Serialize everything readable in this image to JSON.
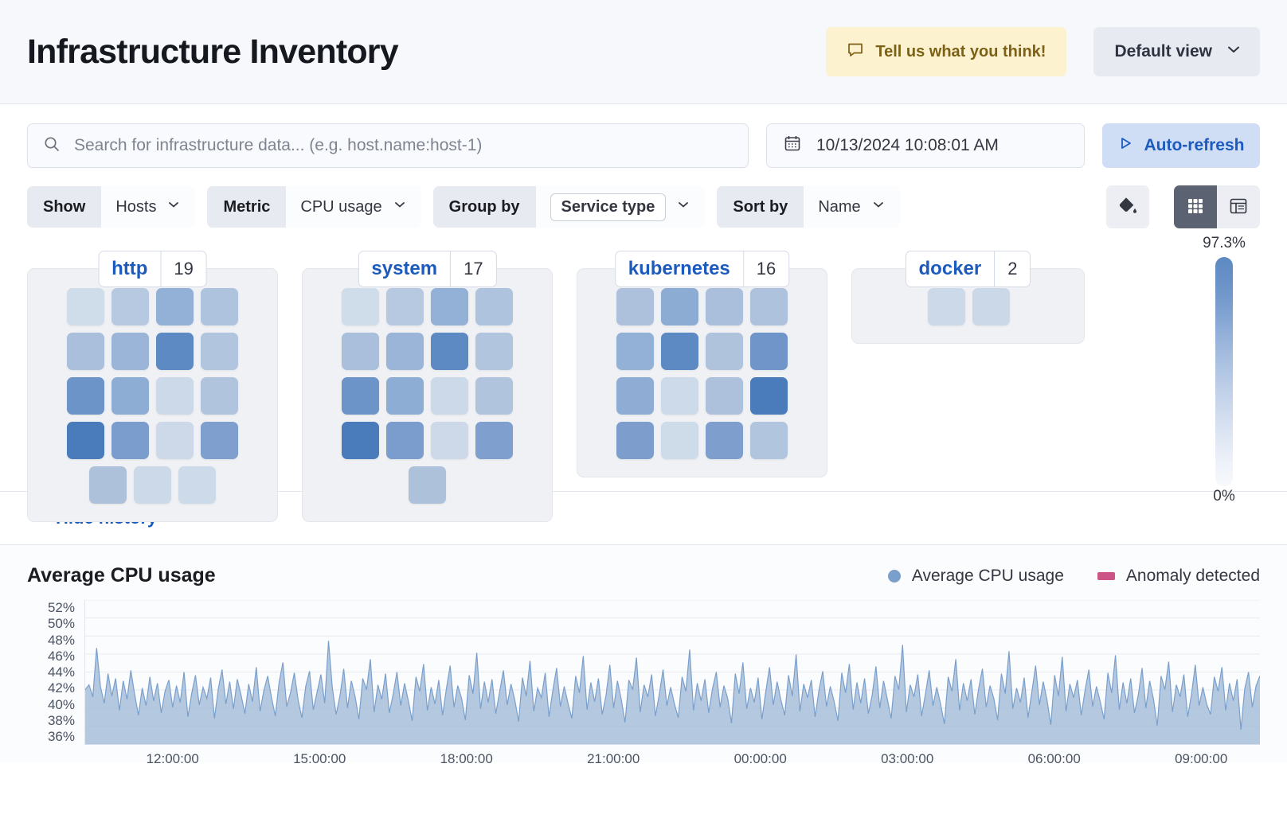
{
  "header": {
    "title": "Infrastructure Inventory",
    "feedback_label": "Tell us what you think!",
    "view_label": "Default view"
  },
  "search": {
    "placeholder": "Search for infrastructure data... (e.g. host.name:host-1)",
    "value": ""
  },
  "datepicker": {
    "value": "10/13/2024 10:08:01 AM"
  },
  "refresh": {
    "label": "Auto-refresh"
  },
  "filters": [
    {
      "label": "Show",
      "value": "Hosts",
      "boxed": false
    },
    {
      "label": "Metric",
      "value": "CPU usage",
      "boxed": false
    },
    {
      "label": "Group by",
      "value": "Service type",
      "boxed": true
    },
    {
      "label": "Sort by",
      "value": "Name",
      "boxed": false
    }
  ],
  "waffle": {
    "legend": {
      "max": "97.3%",
      "min": "0%"
    },
    "groups": [
      {
        "name": "http",
        "count": "19",
        "tiles": [
          "#cfdcea",
          "#b7c9e1",
          "#93b0d6",
          "#aec3dd",
          "#a9bfdb",
          "#9bb5d8",
          "#5e8ac3",
          "#b2c5de",
          "#6d94c8",
          "#8eadd5",
          "#cbd9e9",
          "#b1c4dd",
          "#4a7cbb",
          "#7a9dcd",
          "#cdd9e8",
          "#7f9fce",
          "#aec1db",
          "#cbd9e9",
          "#ccdaea"
        ]
      },
      {
        "name": "system",
        "count": "17",
        "tiles": [
          "#cfdcea",
          "#b7c9e1",
          "#93b0d6",
          "#aec3dd",
          "#a9bfdb",
          "#9bb5d8",
          "#5e8ac3",
          "#b2c5de",
          "#6d94c8",
          "#8eadd5",
          "#cbd9e9",
          "#b1c4dd",
          "#4a7cbb",
          "#7a9dcd",
          "#cdd9e8",
          "#7f9fce",
          "#aec1db"
        ]
      },
      {
        "name": "kubernetes",
        "count": "16",
        "tiles": [
          "#adc0dc",
          "#8dacd3",
          "#aabfdb",
          "#afc2dd",
          "#93b0d6",
          "#5e8ac3",
          "#b0c3dc",
          "#6f95c9",
          "#8fadd4",
          "#ccdaea",
          "#aec1dc",
          "#4a7cbb",
          "#7d9ecd",
          "#cedbe9",
          "#7e9fce",
          "#b2c5de"
        ]
      },
      {
        "name": "docker",
        "count": "2",
        "tiles": [
          "#ccd9e8",
          "#cbd8e8"
        ]
      }
    ]
  },
  "history": {
    "toggle_label": "Hide history"
  },
  "chart_data": {
    "type": "area",
    "title": "Average CPU usage",
    "legend": [
      {
        "name": "Average CPU usage",
        "color": "#7a9fcb",
        "marker": "dot"
      },
      {
        "name": "Anomaly detected",
        "color": "#cc5587",
        "marker": "square"
      }
    ],
    "xlabel": "",
    "ylabel": "",
    "ylim": [
      35,
      53
    ],
    "yticks": [
      "52%",
      "50%",
      "48%",
      "46%",
      "44%",
      "42%",
      "40%",
      "38%",
      "36%"
    ],
    "xticks": [
      "12:00:00",
      "15:00:00",
      "18:00:00",
      "21:00:00",
      "00:00:00",
      "03:00:00",
      "06:00:00",
      "09:00:00"
    ],
    "grid": true,
    "series": [
      {
        "name": "Average CPU usage",
        "color": "#7a9fcb",
        "values": [
          41.8,
          42.4,
          40.9,
          47.0,
          42.2,
          40.1,
          43.8,
          41.0,
          43.2,
          39.2,
          42.9,
          40.6,
          44.2,
          41.2,
          38.6,
          42.0,
          39.8,
          43.4,
          40.4,
          42.6,
          38.9,
          41.6,
          43.0,
          39.6,
          42.3,
          40.2,
          44.0,
          38.4,
          41.3,
          43.6,
          39.9,
          42.1,
          40.7,
          43.3,
          38.2,
          41.9,
          44.3,
          40.0,
          42.8,
          39.4,
          43.1,
          41.1,
          38.8,
          42.5,
          40.3,
          44.6,
          39.1,
          41.7,
          43.5,
          40.8,
          38.5,
          42.7,
          45.2,
          39.7,
          41.4,
          43.9,
          40.5,
          38.3,
          42.2,
          44.1,
          39.3,
          41.5,
          43.7,
          40.1,
          47.9,
          42.0,
          38.7,
          41.0,
          44.4,
          39.5,
          42.9,
          40.9,
          38.1,
          43.2,
          41.8,
          45.6,
          39.0,
          42.4,
          40.6,
          43.8,
          38.9,
          41.2,
          44.0,
          39.8,
          42.6,
          40.4,
          37.9,
          43.4,
          41.6,
          45.0,
          39.2,
          42.1,
          40.0,
          43.0,
          38.6,
          41.9,
          44.8,
          39.6,
          42.3,
          40.7,
          38.0,
          43.6,
          41.3,
          46.4,
          39.4,
          42.8,
          40.2,
          43.1,
          38.8,
          41.5,
          44.2,
          39.9,
          42.5,
          40.5,
          37.8,
          43.3,
          41.0,
          45.4,
          39.1,
          42.0,
          40.8,
          43.9,
          38.4,
          41.7,
          44.5,
          39.7,
          42.2,
          40.1,
          38.2,
          43.5,
          41.4,
          46.0,
          39.3,
          42.7,
          40.3,
          43.2,
          38.7,
          41.1,
          44.9,
          39.5,
          42.9,
          40.6,
          37.7,
          43.0,
          41.8,
          45.8,
          39.0,
          42.4,
          40.9,
          43.7,
          38.5,
          41.2,
          44.3,
          39.8,
          42.1,
          40.0,
          38.3,
          43.4,
          41.6,
          46.8,
          39.2,
          42.6,
          40.4,
          43.1,
          38.9,
          41.9,
          44.0,
          39.6,
          42.3,
          40.7,
          37.6,
          43.8,
          41.3,
          45.2,
          39.4,
          42.0,
          40.2,
          43.3,
          38.1,
          41.5,
          44.6,
          39.9,
          42.8,
          40.5,
          38.6,
          43.6,
          41.0,
          46.2,
          39.1,
          42.5,
          40.8,
          43.0,
          38.4,
          41.7,
          44.1,
          39.7,
          42.2,
          40.3,
          37.9,
          43.9,
          41.4,
          45.0,
          39.3,
          42.7,
          40.1,
          43.2,
          38.8,
          41.1,
          44.7,
          39.5,
          42.9,
          40.6,
          38.2,
          43.5,
          41.8,
          47.4,
          39.0,
          42.4,
          40.9,
          43.7,
          38.5,
          41.2,
          44.2,
          39.8,
          42.1,
          40.0,
          37.5,
          43.4,
          41.6,
          45.6,
          39.2,
          42.6,
          40.4,
          43.1,
          38.7,
          41.9,
          44.4,
          39.6,
          42.3,
          40.7,
          38.0,
          43.8,
          41.3,
          46.6,
          39.4,
          42.0,
          40.2,
          43.3,
          38.3,
          41.5,
          44.8,
          39.9,
          42.8,
          40.5,
          37.4,
          43.6,
          41.0,
          45.9,
          39.1,
          42.5,
          40.8,
          43.0,
          38.6,
          41.7,
          44.3,
          39.7,
          42.2,
          40.3,
          38.1,
          43.9,
          41.4,
          46.1,
          39.3,
          42.7,
          40.1,
          43.2,
          38.9,
          41.1,
          44.5,
          39.5,
          42.9,
          40.6,
          37.3,
          43.5,
          41.8,
          45.3,
          39.0,
          42.4,
          40.9,
          43.7,
          38.4,
          41.2,
          44.9,
          39.8,
          42.1,
          40.0,
          38.7,
          43.4,
          41.6,
          44.6,
          39.2,
          42.6,
          40.4,
          43.1,
          36.8,
          41.9,
          44.0,
          39.6,
          42.3,
          43.5
        ]
      }
    ]
  }
}
